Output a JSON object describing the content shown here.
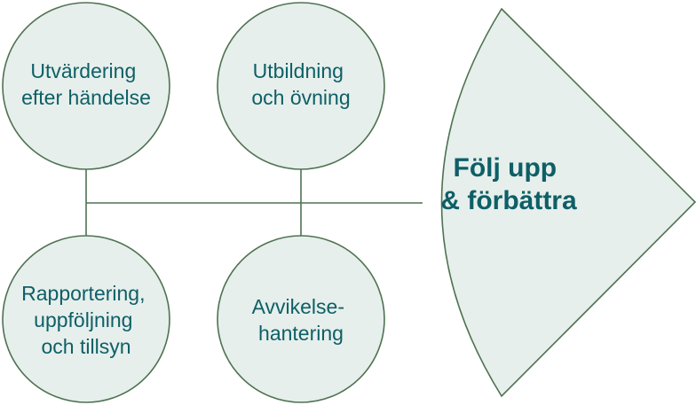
{
  "colors": {
    "fill": "#e6efec",
    "stroke": "#4f7252",
    "text": "#0e5f66"
  },
  "nodes": [
    {
      "lines": [
        "Utvärdering",
        "efter händelse"
      ]
    },
    {
      "lines": [
        "Utbildning",
        "och övning"
      ]
    },
    {
      "lines": [
        "Rapportering,",
        "uppföljning",
        "och tillsyn"
      ]
    },
    {
      "lines": [
        "Avvikelse-",
        "hantering"
      ]
    }
  ],
  "goal": {
    "lines": [
      "Följ upp",
      "& förbättra"
    ]
  }
}
